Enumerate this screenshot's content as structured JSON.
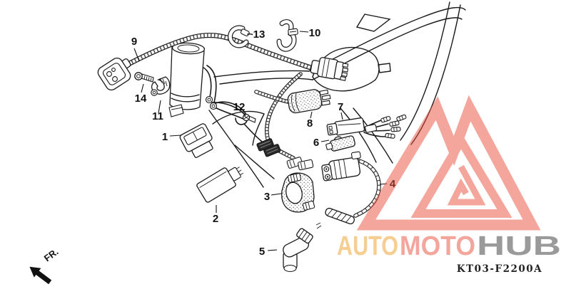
{
  "diagram": {
    "part_code": "KT03-F2200A",
    "direction_label": "FR.",
    "line_color": "#1a1a1a",
    "callouts": [
      {
        "label": "9"
      },
      {
        "label": "13"
      },
      {
        "label": "10"
      },
      {
        "label": "14"
      },
      {
        "label": "11"
      },
      {
        "label": "12"
      },
      {
        "label": "1"
      },
      {
        "label": "8"
      },
      {
        "label": "7"
      },
      {
        "label": "6"
      },
      {
        "label": "2"
      },
      {
        "label": "3"
      },
      {
        "label": "4"
      },
      {
        "label": "5"
      }
    ]
  },
  "watermark": {
    "logo_color": "#EB4F3B",
    "opacity": "0.5",
    "parts": [
      {
        "text": "AUTO",
        "color": "#EF9F25"
      },
      {
        "text": "MOTO",
        "color": "#EB4F3B"
      },
      {
        "text": "HUB",
        "color": "#373737"
      }
    ]
  }
}
